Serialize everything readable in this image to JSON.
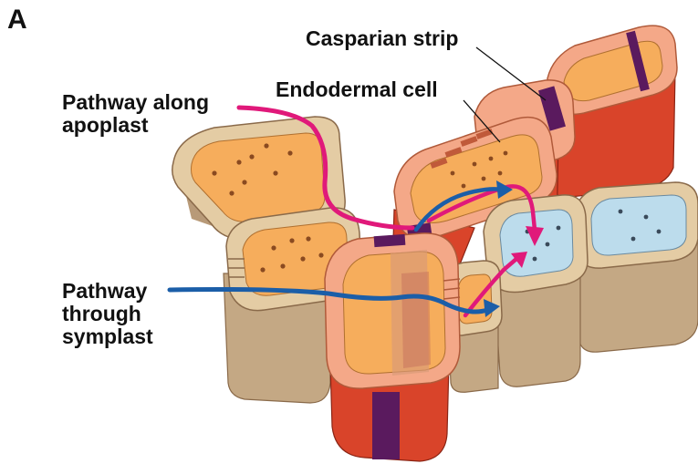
{
  "panel_letter": "A",
  "labels": {
    "casparian_strip": "Casparian strip",
    "endodermal_cell": "Endodermal cell",
    "apoplast_line1": "Pathway along",
    "apoplast_line2": "apoplast",
    "symplast_line1": "Pathway",
    "symplast_line2": "through",
    "symplast_line3": "symplast"
  },
  "colors": {
    "apoplast_pathway": "#e0197a",
    "symplast_pathway": "#1b5ea8",
    "casparian_strip": "#5a1a5e",
    "endodermal_wall": "#e05a3a",
    "cortex_wall": "#c8a888",
    "cell_interior": "#f6ad5c",
    "xylem_cell": "#bcdcec"
  }
}
